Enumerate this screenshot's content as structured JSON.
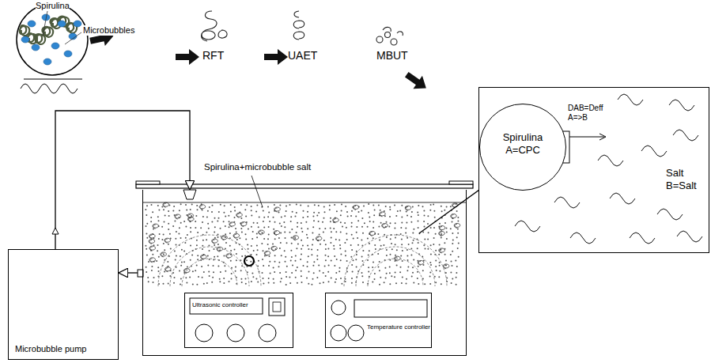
{
  "diagram": {
    "nodes": [
      {
        "text": [
          "Microbubble pump"
        ]
      },
      {
        "text": [
          "Spirulina+microbubble salt"
        ]
      },
      {
        "text": [
          "Ultrasonic controller"
        ],
        "in": 1
      },
      {
        "text": [
          "Temperature controller"
        ],
        "in": 1
      },
      {
        "text": [
          "DAB=Deff A=>B",
          "Salt B=Salt"
        ]
      },
      {
        "text": [
          "Spirulina A=CPC"
        ],
        "in": 4
      }
    ],
    "edges": [
      {
        "from": 1,
        "to": 0,
        "arrow": "to"
      },
      {
        "from": 0,
        "to": 1,
        "arrow": "to"
      },
      {
        "from": 1,
        "to": 5,
        "arrow": "none"
      }
    ],
    "labels": [
      "Spirulina",
      "Microbubbles",
      "RFT",
      "UAET",
      "MBUT"
    ]
  }
}
